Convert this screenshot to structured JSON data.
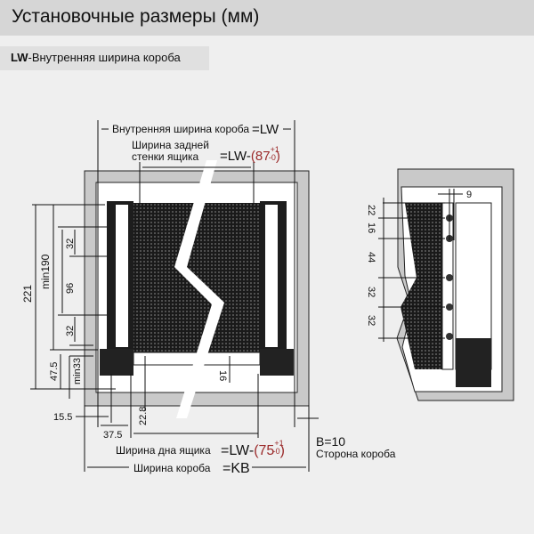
{
  "header": {
    "title": "Установочные размеры (мм)"
  },
  "legend": {
    "abbr": "LW",
    "text": "-Внутренняя ширина короба"
  },
  "front_view": {
    "inner_width_label": "Внутренняя ширина короба",
    "inner_width_value": "=LW",
    "back_width_line1": "Ширина задней",
    "back_width_line2": "стенки ящика",
    "back_width_formula": "=LW-",
    "back_width_num": "(87",
    "back_width_tol_plus": "+1",
    "back_width_tol_minus": "-0",
    "back_width_close": ")",
    "dim_221": "221",
    "dim_min190": "min190",
    "dim_32a": "32",
    "dim_96": "96",
    "dim_32b": "32",
    "dim_47_5": "47.5",
    "dim_min33": "min33",
    "dim_15_5": "15.5",
    "dim_37_5": "37.5",
    "dim_22_8": "22.8",
    "dim_16": "16",
    "bottom_width_label": "Ширина дна ящика",
    "bottom_width_formula": "=LW-",
    "bottom_width_num": "(75",
    "bottom_width_tol_plus": "+1",
    "bottom_width_tol_minus": "-0",
    "bottom_width_close": ")",
    "cabinet_width_label": "Ширина короба",
    "cabinet_width_value": "=KB",
    "side_b": "B=10",
    "side_label": "Сторона короба"
  },
  "side_view": {
    "dim_9": "9",
    "dims": [
      "22",
      "16",
      "44",
      "32",
      "32"
    ]
  },
  "colors": {
    "accent_red": "#9b2a2a",
    "frame": "#c9c9c9"
  }
}
